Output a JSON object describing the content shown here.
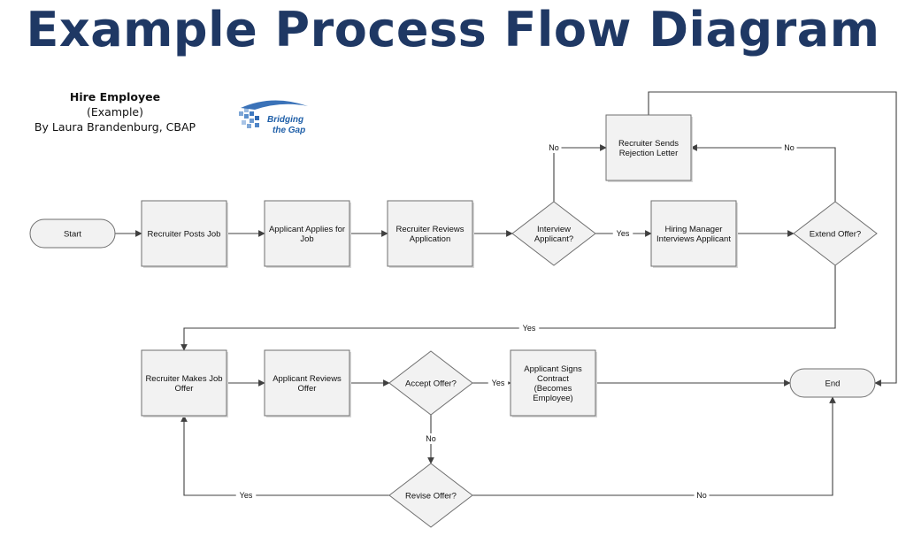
{
  "title": "Example Process Flow Diagram",
  "info": {
    "heading": "Hire Employee",
    "subtitle": "(Example)",
    "author": "By Laura Brandenburg, CBAP"
  },
  "logo": {
    "line1": "Bridging",
    "line2": "the Gap",
    "color": "#1f5fa8"
  },
  "colors": {
    "title": "#1f3864",
    "node_fill": "#f2f2f2",
    "node_stroke": "#6f6f6f",
    "edge": "#404040"
  },
  "nodes": [
    {
      "id": "start",
      "shape": "terminal",
      "lines": [
        "Start"
      ]
    },
    {
      "id": "posts_job",
      "shape": "process",
      "lines": [
        "Recruiter Posts Job"
      ]
    },
    {
      "id": "applies",
      "shape": "process",
      "lines": [
        "Applicant Applies for",
        "Job"
      ]
    },
    {
      "id": "reviews_app",
      "shape": "process",
      "lines": [
        "Recruiter Reviews",
        "Application"
      ]
    },
    {
      "id": "interview_q",
      "shape": "decision",
      "lines": [
        "Interview",
        "Applicant?"
      ]
    },
    {
      "id": "hm_interviews",
      "shape": "process",
      "lines": [
        "Hiring Manager",
        "Interviews Applicant"
      ]
    },
    {
      "id": "extend_q",
      "shape": "decision",
      "lines": [
        "Extend Offer?"
      ]
    },
    {
      "id": "rejection",
      "shape": "process",
      "lines": [
        "Recruiter Sends",
        "Rejection Letter"
      ]
    },
    {
      "id": "makes_offer",
      "shape": "process",
      "lines": [
        "Recruiter Makes Job",
        "Offer"
      ]
    },
    {
      "id": "reviews_offer",
      "shape": "process",
      "lines": [
        "Applicant Reviews",
        "Offer"
      ]
    },
    {
      "id": "accept_q",
      "shape": "decision",
      "lines": [
        "Accept Offer?"
      ]
    },
    {
      "id": "signs",
      "shape": "process",
      "lines": [
        "Applicant Signs",
        "Contract",
        "(Becomes",
        "Employee)"
      ]
    },
    {
      "id": "end",
      "shape": "terminal",
      "lines": [
        "End"
      ]
    },
    {
      "id": "revise_q",
      "shape": "decision",
      "lines": [
        "Revise Offer?"
      ]
    }
  ],
  "edges": [
    {
      "from": "start",
      "to": "posts_job",
      "label": ""
    },
    {
      "from": "posts_job",
      "to": "applies",
      "label": ""
    },
    {
      "from": "applies",
      "to": "reviews_app",
      "label": ""
    },
    {
      "from": "reviews_app",
      "to": "interview_q",
      "label": ""
    },
    {
      "from": "interview_q",
      "to": "hm_interviews",
      "label": "Yes"
    },
    {
      "from": "interview_q",
      "to": "rejection",
      "label": "No"
    },
    {
      "from": "hm_interviews",
      "to": "extend_q",
      "label": ""
    },
    {
      "from": "extend_q",
      "to": "rejection",
      "label": "No"
    },
    {
      "from": "rejection",
      "to": "end",
      "label": ""
    },
    {
      "from": "extend_q",
      "to": "makes_offer",
      "label": "Yes"
    },
    {
      "from": "makes_offer",
      "to": "reviews_offer",
      "label": ""
    },
    {
      "from": "reviews_offer",
      "to": "accept_q",
      "label": ""
    },
    {
      "from": "accept_q",
      "to": "signs",
      "label": "Yes"
    },
    {
      "from": "signs",
      "to": "end",
      "label": ""
    },
    {
      "from": "accept_q",
      "to": "revise_q",
      "label": "No"
    },
    {
      "from": "revise_q",
      "to": "makes_offer",
      "label": "Yes"
    },
    {
      "from": "revise_q",
      "to": "end",
      "label": "No"
    }
  ]
}
